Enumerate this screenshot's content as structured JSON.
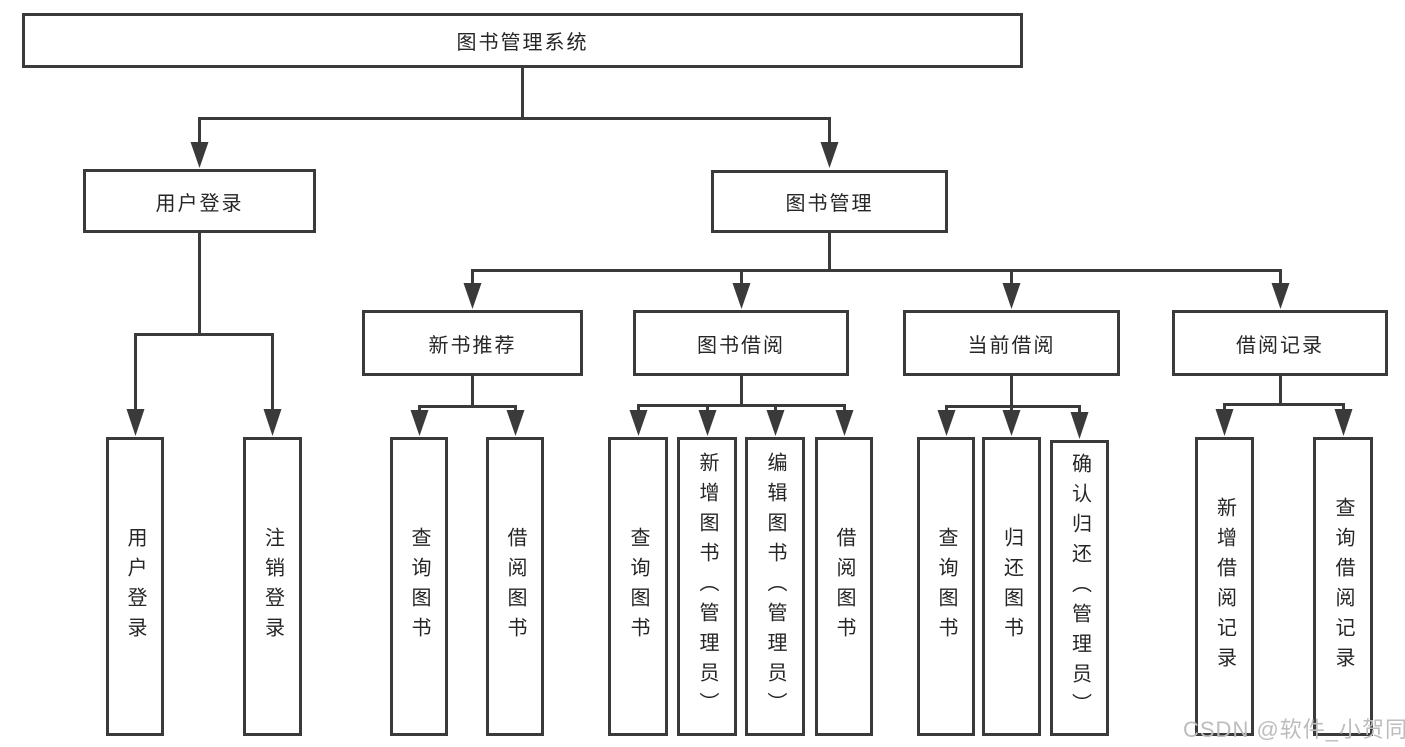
{
  "tree": {
    "label": "图书管理系统",
    "children": [
      {
        "label": "用户登录",
        "children": [
          {
            "label": "用户登录"
          },
          {
            "label": "注销登录"
          }
        ]
      },
      {
        "label": "图书管理",
        "children": [
          {
            "label": "新书推荐",
            "children": [
              {
                "label": "查询图书"
              },
              {
                "label": "借阅图书"
              }
            ]
          },
          {
            "label": "图书借阅",
            "children": [
              {
                "label": "查询图书"
              },
              {
                "label": "新增图书（管理员）"
              },
              {
                "label": "编辑图书（管理员）"
              },
              {
                "label": "借阅图书"
              }
            ]
          },
          {
            "label": "当前借阅",
            "children": [
              {
                "label": "查询图书"
              },
              {
                "label": "归还图书"
              },
              {
                "label": "确认归还（管理员）"
              }
            ]
          },
          {
            "label": "借阅记录",
            "children": [
              {
                "label": "新增借阅记录"
              },
              {
                "label": "查询借阅记录"
              }
            ]
          }
        ]
      }
    ]
  },
  "watermark": "CSDN @软件_小贺同学",
  "colors": {
    "line": "#3a3a3a",
    "text": "#262626",
    "background": "#ffffff",
    "watermark": "#bdbdbd"
  }
}
